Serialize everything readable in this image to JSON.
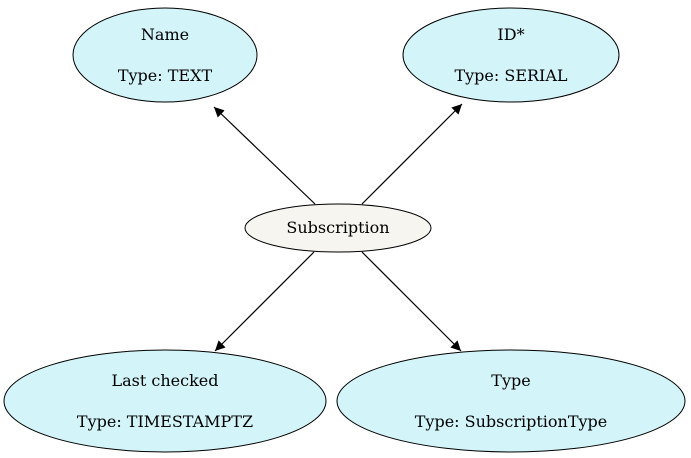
{
  "colors": {
    "attribute_fill": "#d3f4f8",
    "entity_fill": "#f6f5ef",
    "stroke": "#000000"
  },
  "diagram": {
    "entity": {
      "label": "Subscription"
    },
    "attributes": [
      {
        "name": "Name",
        "type": "Type: TEXT"
      },
      {
        "name": "ID*",
        "type": "Type: SERIAL"
      },
      {
        "name": "Last checked",
        "type": "Type: TIMESTAMPTZ"
      },
      {
        "name": "Type",
        "type": "Type: SubscriptionType"
      }
    ]
  }
}
